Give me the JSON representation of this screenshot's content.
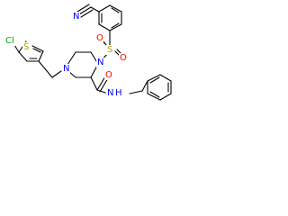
{
  "atoms": {
    "cl": {
      "text": "Cl",
      "color": "#00aa00"
    },
    "s_thio": {
      "text": "S",
      "color": "#b8a000"
    },
    "n_pip_left": {
      "text": "N",
      "color": "#0000ff"
    },
    "n_pip_right": {
      "text": "N",
      "color": "#0000ff"
    },
    "s_sulfonyl": {
      "text": "S",
      "color": "#b8a000"
    },
    "o_top": {
      "text": "O",
      "color": "#ff0000"
    },
    "o_bottom": {
      "text": "O",
      "color": "#ff0000"
    },
    "n_nitrile": {
      "text": "N",
      "color": "#0000ff"
    },
    "o_amide": {
      "text": "O",
      "color": "#ff0000"
    },
    "n_amide": {
      "text": "N",
      "color": "#0000ff"
    },
    "h_amide": {
      "text": "H",
      "color": "#0000ff"
    }
  }
}
